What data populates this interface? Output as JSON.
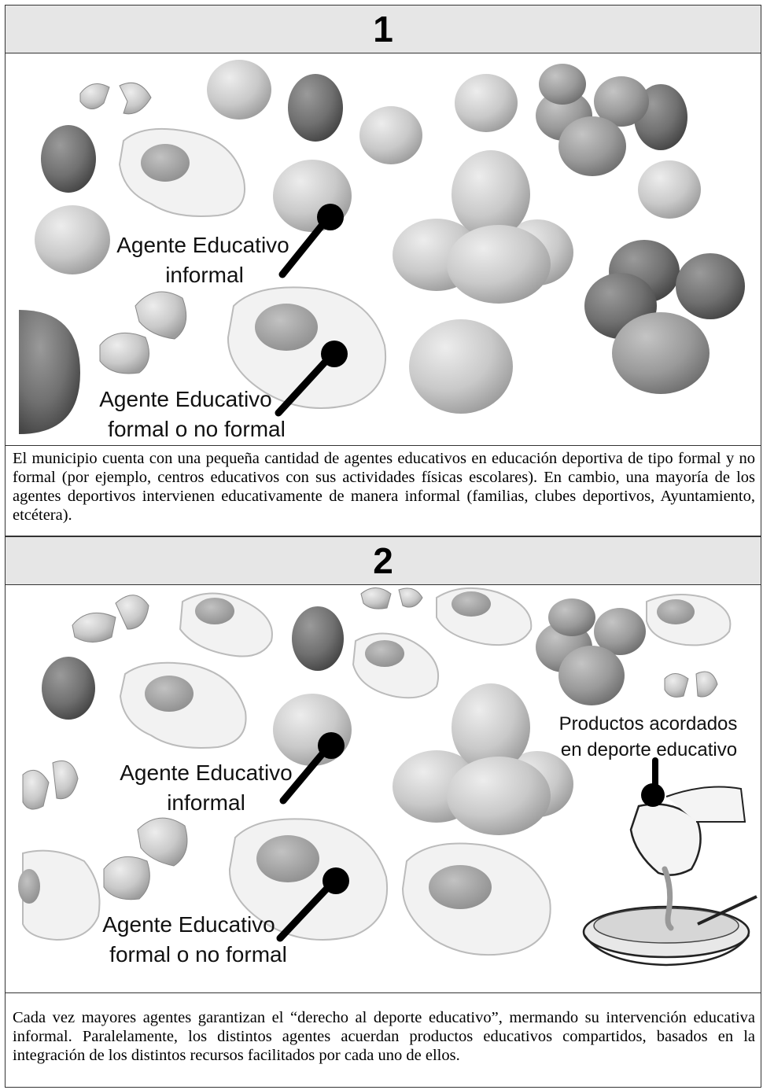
{
  "panel1": {
    "number": "1",
    "labels": {
      "informal_line1": "Agente Educativo",
      "informal_line2": "informal",
      "formal_line1": "Agente Educativo",
      "formal_line2": "formal o no formal"
    },
    "caption": "El municipio cuenta con una pequeña cantidad de agentes educativos en educación deportiva de tipo formal y no formal (por ejemplo, centros educativos con sus actividades físicas escolares). En cambio, una mayoría de los agentes deportivos intervienen educativamente de manera informal (familias, clubes deportivos, Ayuntamiento, etcétera)."
  },
  "panel2": {
    "number": "2",
    "labels": {
      "informal_line1": "Agente Educativo",
      "informal_line2": "informal",
      "formal_line1": "Agente Educativo",
      "formal_line2": "formal o no formal",
      "products_line1": "Productos acordados",
      "products_line2": "en deporte educativo"
    },
    "caption": "Cada vez mayores agentes garantizan el “derecho al deporte educativo”, mermando su intervención educativa informal. Paralelamente, los distintos agentes acuerdan productos educativos compartidos, basados en la integración de los distintos recursos facilitados por cada uno de ellos."
  },
  "colors": {
    "border": "#333333",
    "header_bg": "#e6e6e6",
    "egg_light": "#cfcfcf",
    "egg_dark": "#6a6a6a",
    "fried_white": "#f2f2f2",
    "yolk": "#a9a9a9"
  },
  "icons": [
    "egg-icon",
    "fried-egg-icon",
    "broken-shell-icon",
    "pointer-pin-icon",
    "pouring-jug-icon",
    "mixing-bowl-icon"
  ]
}
